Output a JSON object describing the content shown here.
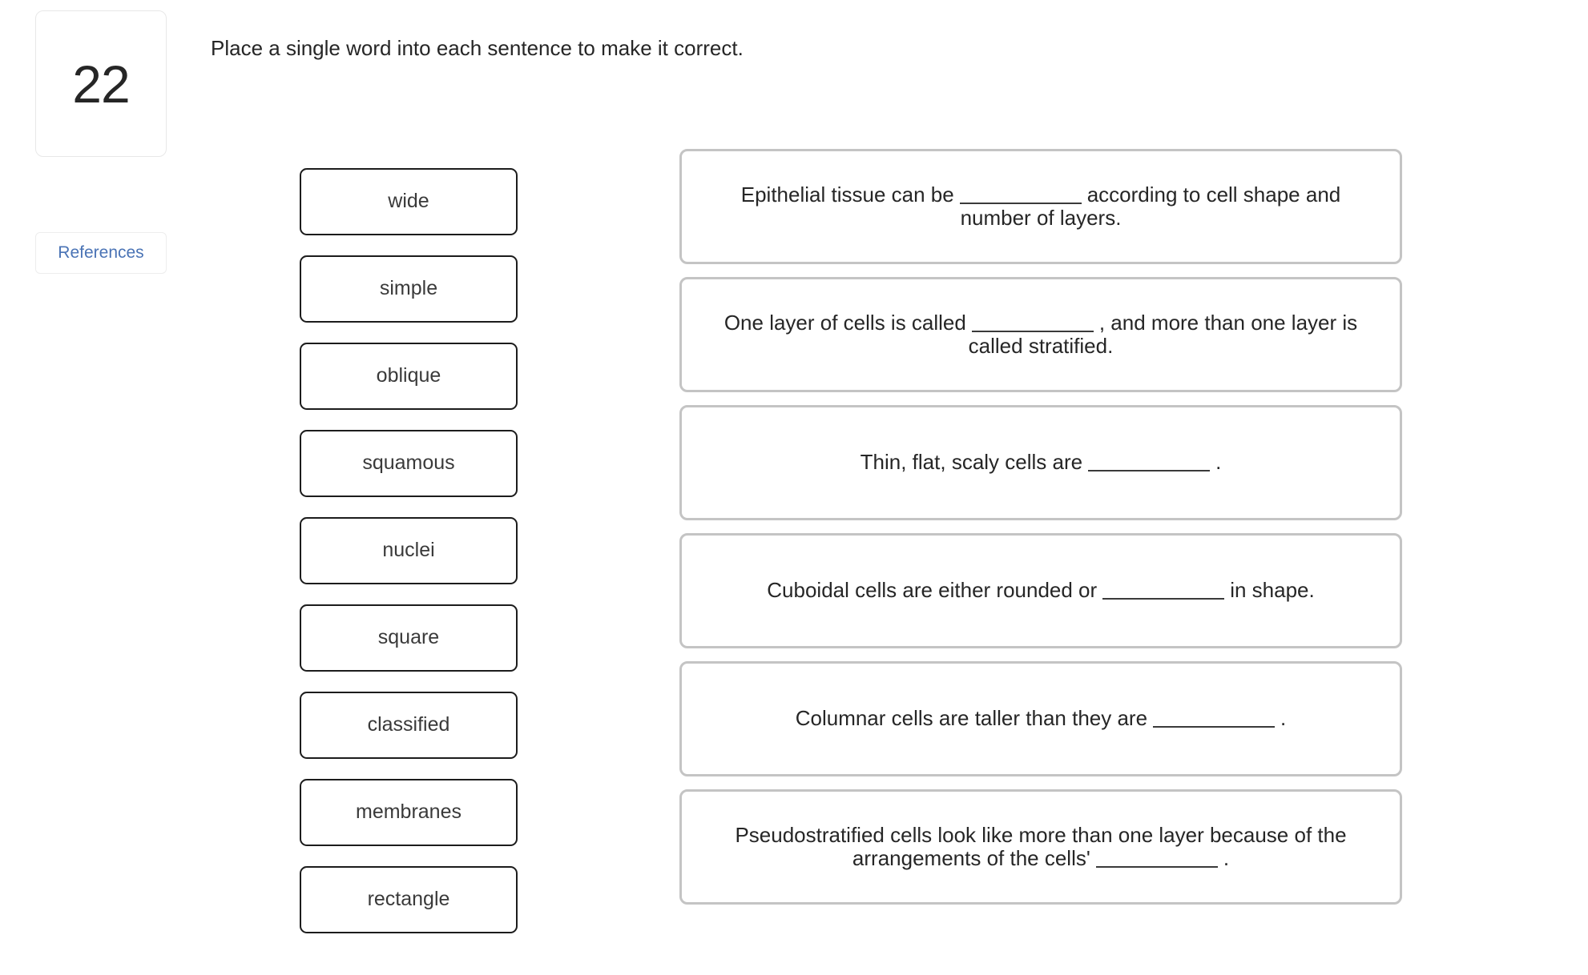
{
  "question": {
    "number": "22",
    "prompt": "Place a single word into each sentence to make it correct.",
    "references_label": "References"
  },
  "colors": {
    "reference_link": "#4a73b5",
    "tile_border": "#1c1c1c",
    "sentence_border": "#c4c4c4",
    "text": "#262626"
  },
  "word_bank": {
    "tiles": [
      {
        "label": "wide"
      },
      {
        "label": "simple"
      },
      {
        "label": "oblique"
      },
      {
        "label": "squamous"
      },
      {
        "label": "nuclei"
      },
      {
        "label": "square"
      },
      {
        "label": "classified"
      },
      {
        "label": "membranes"
      },
      {
        "label": "rectangle"
      }
    ]
  },
  "sentences": [
    {
      "full_text": "Epithelial tissue can be ____________ according to cell shape and number of layers.",
      "before": "Epithelial tissue can be",
      "after": "according to cell shape and number of layers.",
      "filled_value": ""
    },
    {
      "full_text": "One layer of cells is called ____________ , and more than one layer is called stratified.",
      "before": "One layer of cells is called",
      "after": ", and more than one layer is called stratified.",
      "filled_value": ""
    },
    {
      "full_text": "Thin, flat, scaly cells are ____________ .",
      "before": "Thin, flat, scaly cells are",
      "after": ".",
      "filled_value": ""
    },
    {
      "full_text": "Cuboidal cells are either rounded or ____________ in shape.",
      "before": "Cuboidal cells are either rounded or",
      "after": "in shape.",
      "filled_value": ""
    },
    {
      "full_text": "Columnar cells are taller than they are ____________ .",
      "before": "Columnar cells are taller than they are",
      "after": ".",
      "filled_value": ""
    },
    {
      "full_text": "Pseudostratified cells look like more than one layer because of the arrangements of the cells' ____________ .",
      "before": "Pseudostratified cells look like more than one layer because of the arrangements of the cells'",
      "after": ".",
      "filled_value": ""
    }
  ]
}
